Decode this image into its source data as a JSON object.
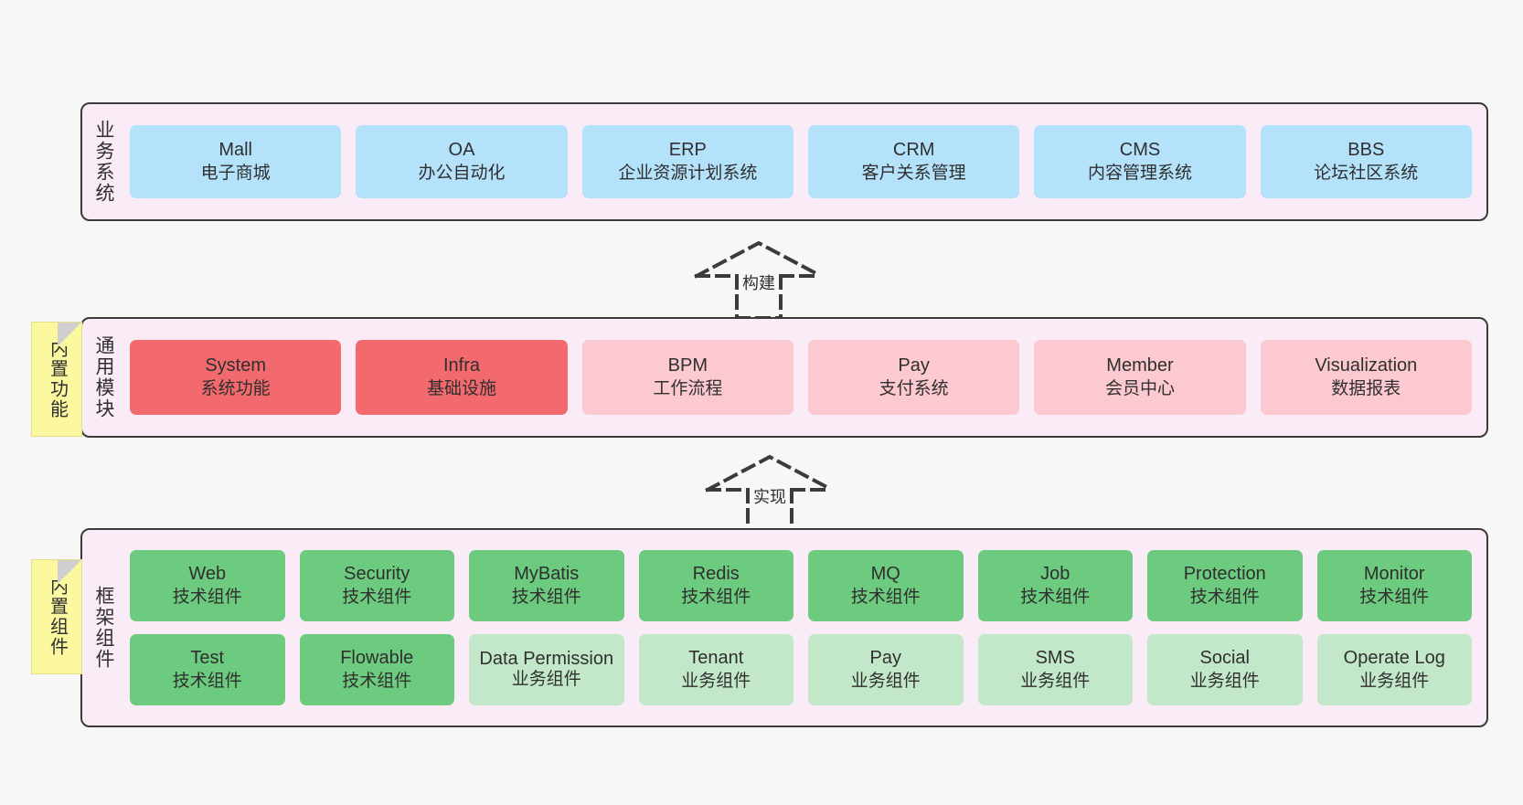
{
  "layers": [
    {
      "id": "business-systems",
      "label": "业务系统",
      "rows": [
        {
          "cards": [
            {
              "en": "Mall",
              "cn": "电子商城",
              "color": "#b5e2fb"
            },
            {
              "en": "OA",
              "cn": "办公自动化",
              "color": "#b5e2fb"
            },
            {
              "en": "ERP",
              "cn": "企业资源计划系统",
              "color": "#b5e2fb"
            },
            {
              "en": "CRM",
              "cn": "客户关系管理",
              "color": "#b5e2fb"
            },
            {
              "en": "CMS",
              "cn": "内容管理系统",
              "color": "#b5e2fb"
            },
            {
              "en": "BBS",
              "cn": "论坛社区系统",
              "color": "#b5e2fb"
            }
          ]
        }
      ]
    },
    {
      "id": "common-modules",
      "label": "通用模块",
      "note": "内置功能",
      "rows": [
        {
          "cards": [
            {
              "en": "System",
              "cn": "系统功能",
              "color": "#f2696e"
            },
            {
              "en": "Infra",
              "cn": "基础设施",
              "color": "#f2696e"
            },
            {
              "en": "BPM",
              "cn": "工作流程",
              "color": "#fbc9cf"
            },
            {
              "en": "Pay",
              "cn": "支付系统",
              "color": "#fbc9cf"
            },
            {
              "en": "Member",
              "cn": "会员中心",
              "color": "#fbc9cf"
            },
            {
              "en": "Visualization",
              "cn": "数据报表",
              "color": "#fbc9cf"
            }
          ]
        }
      ]
    },
    {
      "id": "framework-components",
      "label": "框架组件",
      "note": "内置组件",
      "rows": [
        {
          "cards": [
            {
              "en": "Web",
              "cn": "技术组件",
              "color": "#6dcb7f"
            },
            {
              "en": "Security",
              "cn": "技术组件",
              "color": "#6dcb7f"
            },
            {
              "en": "MyBatis",
              "cn": "技术组件",
              "color": "#6dcb7f"
            },
            {
              "en": "Redis",
              "cn": "技术组件",
              "color": "#6dcb7f"
            },
            {
              "en": "MQ",
              "cn": "技术组件",
              "color": "#6dcb7f"
            },
            {
              "en": "Job",
              "cn": "技术组件",
              "color": "#6dcb7f"
            },
            {
              "en": "Protection",
              "cn": "技术组件",
              "color": "#6dcb7f"
            },
            {
              "en": "Monitor",
              "cn": "技术组件",
              "color": "#6dcb7f"
            }
          ]
        },
        {
          "cards": [
            {
              "en": "Test",
              "cn": "技术组件",
              "color": "#6dcb7f"
            },
            {
              "en": "Flowable",
              "cn": "技术组件",
              "color": "#6dcb7f"
            },
            {
              "en": "Data Permission",
              "cn": "业务组件",
              "color": "#c3e8c9"
            },
            {
              "en": "Tenant",
              "cn": "业务组件",
              "color": "#c3e8c9"
            },
            {
              "en": "Pay",
              "cn": "业务组件",
              "color": "#c3e8c9"
            },
            {
              "en": "SMS",
              "cn": "业务组件",
              "color": "#c3e8c9"
            },
            {
              "en": "Social",
              "cn": "业务组件",
              "color": "#c3e8c9"
            },
            {
              "en": "Operate Log",
              "cn": "业务组件",
              "color": "#c3e8c9"
            }
          ]
        }
      ]
    }
  ],
  "connectors": [
    {
      "id": "build",
      "label": "构建"
    },
    {
      "id": "implement",
      "label": "实现"
    }
  ],
  "colors": {
    "band_background": "#f9ecf6",
    "band_border": "#3b3b3b",
    "note_background": "#fbf8a0",
    "page_background": "#f7f7f7",
    "text": "#2f2f2f",
    "connector_stroke": "#3b3b3b"
  }
}
